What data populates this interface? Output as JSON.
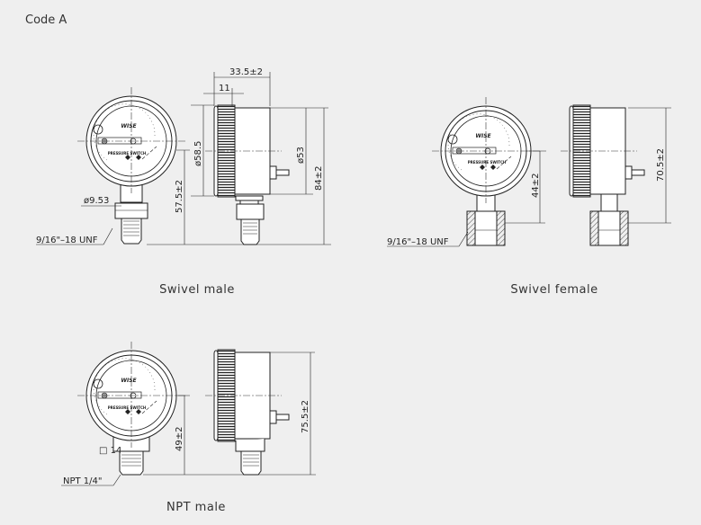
{
  "title": "Code A",
  "dial": {
    "brand": "WISE",
    "label": "PRESSURE SWITCH"
  },
  "swivel_male": {
    "caption": "Swivel male",
    "dims": {
      "overall_depth": "33.5±2",
      "bezel_depth": "11",
      "bezel_dia": "ø58.5",
      "case_dia": "ø53",
      "height_total": "84±2",
      "height_center": "57.5±2",
      "stem_dia": "ø9.53",
      "thread": "9/16\"–18 UNF"
    }
  },
  "swivel_female": {
    "caption": "Swivel female",
    "dims": {
      "height_center": "44±2",
      "height_total": "70.5±2",
      "thread": "9/16\"–18 UNF"
    }
  },
  "npt_male": {
    "caption": "NPT male",
    "dims": {
      "height_center": "49±2",
      "height_total": "75.5±2",
      "hex": "□ 14",
      "thread": "NPT 1/4\""
    }
  },
  "colors": {
    "background": "#efefef",
    "line": "#222222"
  }
}
